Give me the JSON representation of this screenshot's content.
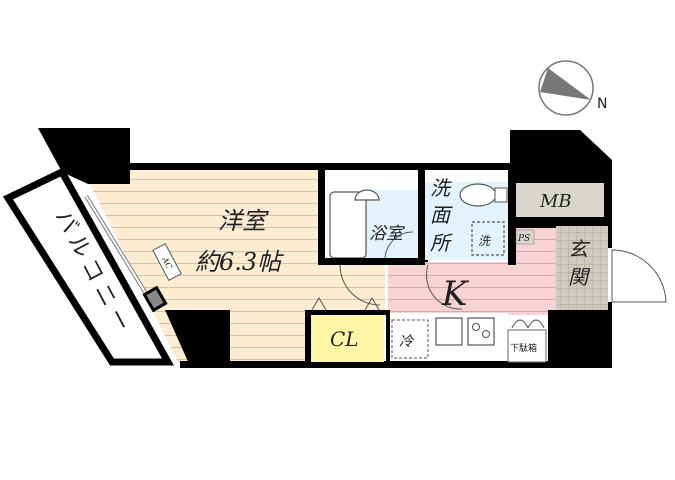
{
  "compass": {
    "north_label": "N"
  },
  "rooms": {
    "western_room": {
      "name": "洋室",
      "size": "約6.3帖",
      "color": "#fbecd2"
    },
    "balcony": {
      "name": "バルコニー"
    },
    "bathroom": {
      "name": "浴室",
      "color": "#e3f3fb"
    },
    "washroom": {
      "line1": "洗",
      "line2": "面",
      "line3": "所",
      "color": "#e3f3fb"
    },
    "kitchen": {
      "name": "K",
      "color": "#f8d3d5"
    },
    "closet": {
      "name": "CL",
      "color": "#fdf6a6"
    },
    "meter_box": {
      "name": "MB",
      "color": "#d8d5cc"
    },
    "entrance": {
      "line1": "玄",
      "line2": "関",
      "color": "#cfcac0"
    }
  },
  "fixtures": {
    "air_conditioner": "AC",
    "washer": "洗",
    "fridge": "冷",
    "pipe_space": "PS",
    "shoe_box": "下駄箱"
  }
}
